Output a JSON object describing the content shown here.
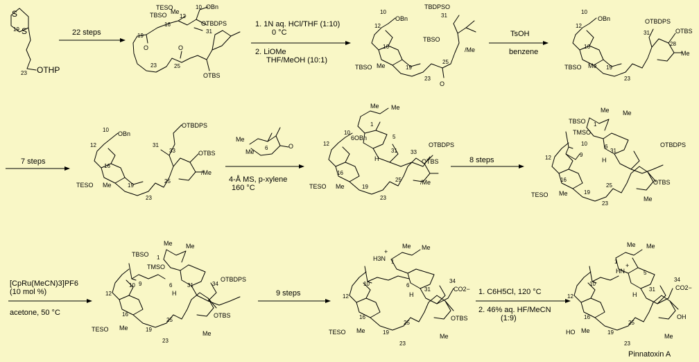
{
  "start": {
    "S1": "S",
    "S2": "S",
    "c19": "19",
    "c23": "23",
    "pg": "OTHP"
  },
  "step1": {
    "label": "22 steps"
  },
  "int1": {
    "c10": "10",
    "obn": "OBn",
    "tes": "TESO",
    "tbs": "TBSO",
    "me": "Me",
    "c12": "12",
    "c16": "16",
    "c19": "19",
    "c23": "23",
    "c25": "25",
    "c31": "31",
    "otbdps": "OTBDPS",
    "otbs": "OTBS",
    "o19": "O",
    "o25": "O"
  },
  "step2": {
    "line1": "1. 1N aq. HCl/THF (1:10)",
    "line2": "0 °C",
    "line3": "2. LiOMe",
    "line4": "THF/MeOH (10:1)"
  },
  "int2": {
    "c10": "10",
    "obn": "OBn",
    "tbdps": "TBDPSO",
    "c31": "31",
    "c12": "12",
    "c16": "16",
    "c19": "19",
    "c23": "23",
    "c25": "25",
    "tbso": "TBSO",
    "tbso2": "TBSO",
    "me": "Me",
    "ime": "/Me",
    "o25": "O"
  },
  "step3": {
    "reagent": "TsOH",
    "solvent": "benzene"
  },
  "int3": {
    "c10": "10",
    "obn": "OBn",
    "otbdps": "OTBDPS",
    "otbs": "OTBS",
    "c31": "31",
    "c28": "28",
    "c12": "12",
    "c16": "16",
    "c19": "19",
    "c23": "23",
    "tbso": "TBSO",
    "me": "Me",
    "me2": "Me"
  },
  "step4": {
    "label": "7 steps"
  },
  "int4": {
    "c10": "10",
    "obn": "OBn",
    "otbdps": "OTBDPS",
    "otbs": "OTBS",
    "c31": "31",
    "c33": "33",
    "c12": "12",
    "c16": "16",
    "c19": "19",
    "c23": "23",
    "c25": "25",
    "teso": "TESO",
    "me": "Me",
    "ime": "/Me"
  },
  "step5": {
    "me1": "Me",
    "me2": "Me",
    "c6": "6",
    "o": "O",
    "line1": "4-Å MS, p-xylene",
    "line2": "160 °C"
  },
  "int5": {
    "me1": "Me",
    "me2": "Me",
    "c1": "1",
    "c5": "5",
    "c6": "6",
    "c10": "10",
    "obn": "6OBn",
    "h": "H",
    "c31": "31",
    "c33": "33",
    "otbdps": "OTBDPS",
    "otbs": "OTBS",
    "c12": "12",
    "c16": "16",
    "c19": "19",
    "c23": "23",
    "c25": "25",
    "teso": "TESO",
    "me": "Me",
    "ime": "/Me"
  },
  "step6": {
    "label": "8 steps"
  },
  "int6": {
    "me1": "Me",
    "me2": "Me",
    "tbso": "TBSO",
    "c1": "1",
    "tmso": "TMSO",
    "c6": "6",
    "c10": "10",
    "c9": "9",
    "h": "H",
    "c31": "31",
    "otbdps": "OTBDPS",
    "c12": "12",
    "c16": "16",
    "c19": "19",
    "c23": "23",
    "c25": "25",
    "otbs": "OTBS",
    "teso": "TESO",
    "me": "Me",
    "me2b": "Me"
  },
  "step7": {
    "line1": "[CpRu(MeCN)3]PF6",
    "line2": "(10 mol %)",
    "line3": "acetone, 50 °C"
  },
  "int7": {
    "me1": "Me",
    "me2": "Me",
    "tbso": "TBSO",
    "c1": "1",
    "tmso": "TMSO",
    "c6": "6",
    "c9": "9",
    "c10": "10",
    "h": "H",
    "c31": "31",
    "c34": "34",
    "otbdps": "OTBDPS",
    "c12": "12",
    "c16": "16",
    "c19": "19",
    "c23": "23",
    "c25": "25",
    "otbs": "OTBS",
    "teso": "TESO",
    "me": "Me",
    "me2b": "Me"
  },
  "step8": {
    "label": "9 steps"
  },
  "int8": {
    "h3n": "H3N",
    "plus": "+",
    "c1": "1",
    "me1": "Me",
    "me2": "Me",
    "c10": "10",
    "c6": "6",
    "c34": "34",
    "co2": "CO2−",
    "h": "H",
    "c31": "31",
    "c12": "12",
    "c16": "16",
    "c19": "19",
    "c23": "23",
    "c25": "25",
    "otbs": "OTBS",
    "teso": "TESO",
    "me": "Me",
    "me2b": "Me"
  },
  "step9": {
    "line1": "1. C6H5Cl, 120 °C",
    "line2": "2. 46% aq. HF/MeCN",
    "line3": "(1:9)"
  },
  "product": {
    "name": "Pinnatoxin A",
    "me1": "Me",
    "me2": "Me",
    "hn": "HN",
    "plus": "+",
    "c1": "1",
    "c5": "5",
    "c10": "10",
    "c34": "34",
    "co2": "CO2−",
    "h": "H",
    "c31": "31",
    "c12": "12",
    "c16": "16",
    "c19": "19",
    "c23": "23",
    "c25": "25",
    "oh": "OH",
    "ho": "HO",
    "me": "Me",
    "me2b": "Me"
  }
}
